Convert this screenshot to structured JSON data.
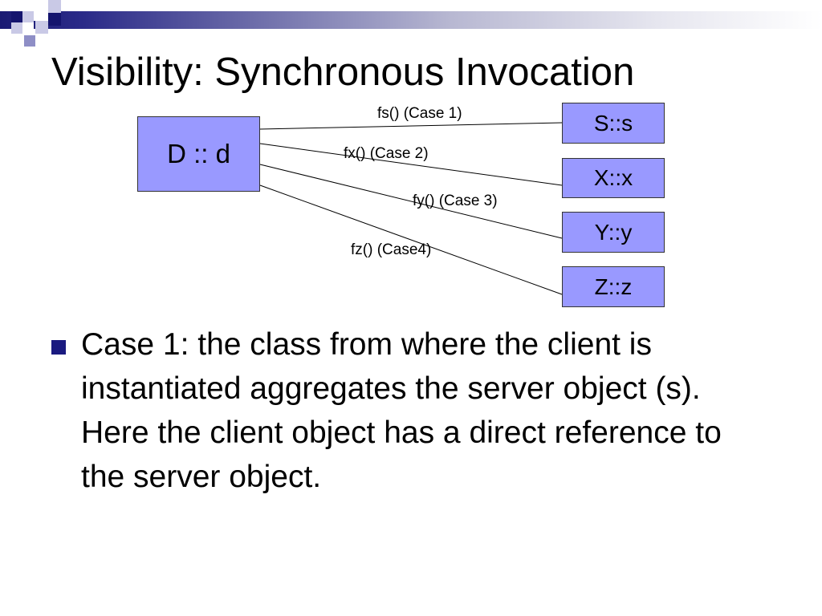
{
  "slide": {
    "title": "Visibility: Synchronous Invocation"
  },
  "diagram": {
    "client_box": "D :: d",
    "server_boxes": {
      "s": "S::s",
      "x": "X::x",
      "y": "Y::y",
      "z": "Z::z"
    },
    "edge_labels": {
      "fs": "fs() (Case 1)",
      "fx": "fx() (Case 2)",
      "fy": "fy() (Case 3)",
      "fz": "fz() (Case4)"
    },
    "box_fill_color": "#9999ff"
  },
  "bullets": [
    "Case 1: the class from where the client is instantiated aggregates the server object (s). Here the client object has a direct reference to the server object."
  ],
  "colors": {
    "bullet": "#1a1a80",
    "header_navy": "#14146e"
  }
}
